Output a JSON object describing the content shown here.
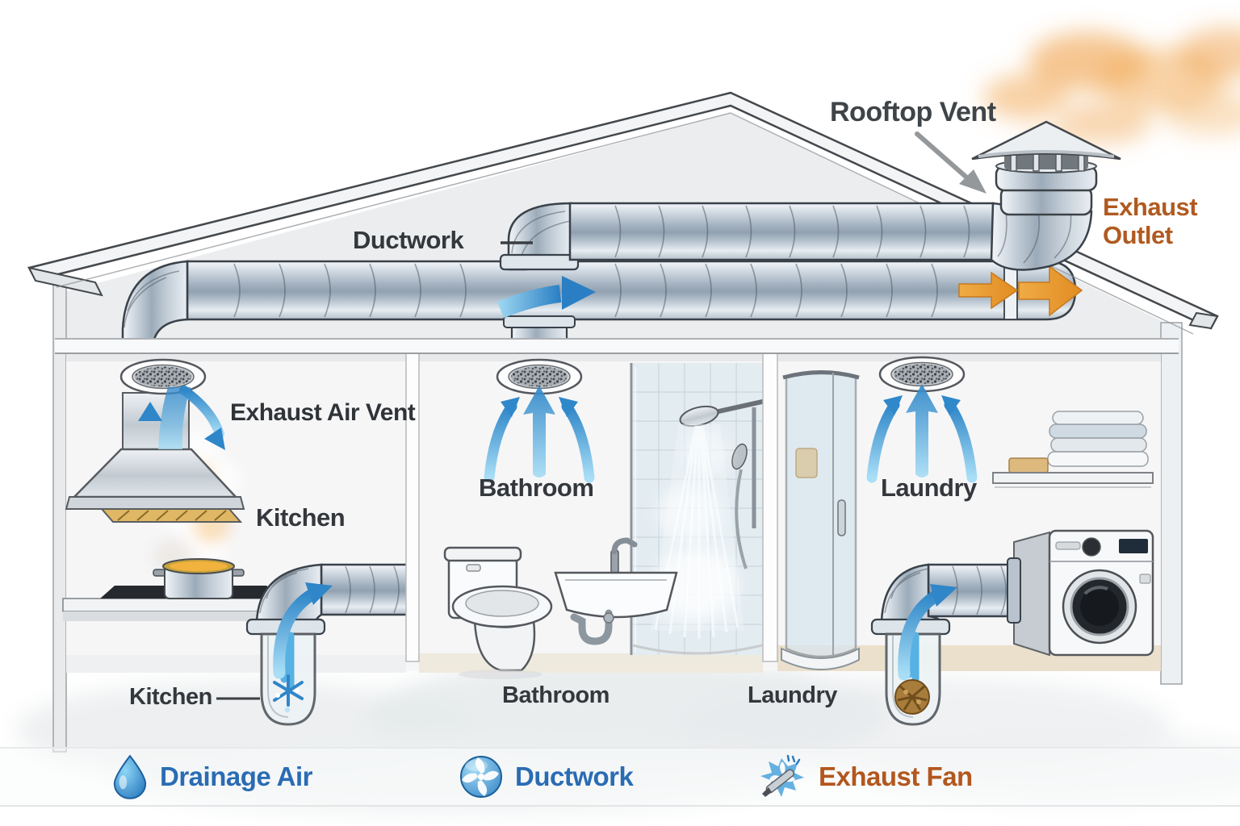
{
  "diagram": {
    "labels": {
      "rooftop_vent": "Rooftop Vent",
      "exhaust_outlet": "Exhaust Outlet",
      "ductwork": "Ductwork",
      "exhaust_air_vent": "Exhaust Air Vent"
    },
    "rooms": {
      "kitchen": {
        "label": "Kitchen"
      },
      "bathroom": {
        "label": "Bathroom"
      },
      "laundry": {
        "label": "Laundry"
      }
    },
    "exhaust_points": {
      "kitchen": "Kitchen",
      "bathroom": "Bathroom",
      "laundry": "Laundry"
    }
  },
  "legend": {
    "items": [
      {
        "label": "Drainage Air",
        "icon": "water-drop-icon",
        "color": "#2a6cb4"
      },
      {
        "label": "Ductwork",
        "icon": "fan-icon",
        "color": "#2a6cb4"
      },
      {
        "label": "Exhaust Fan",
        "icon": "exhaust-fan-tool-icon",
        "color": "#b2571e"
      }
    ]
  },
  "colors": {
    "label_text": "#34383c",
    "outlet_text": "#b05a20",
    "accent_blue": "#2f86c8",
    "accent_orange": "#e6952f"
  }
}
